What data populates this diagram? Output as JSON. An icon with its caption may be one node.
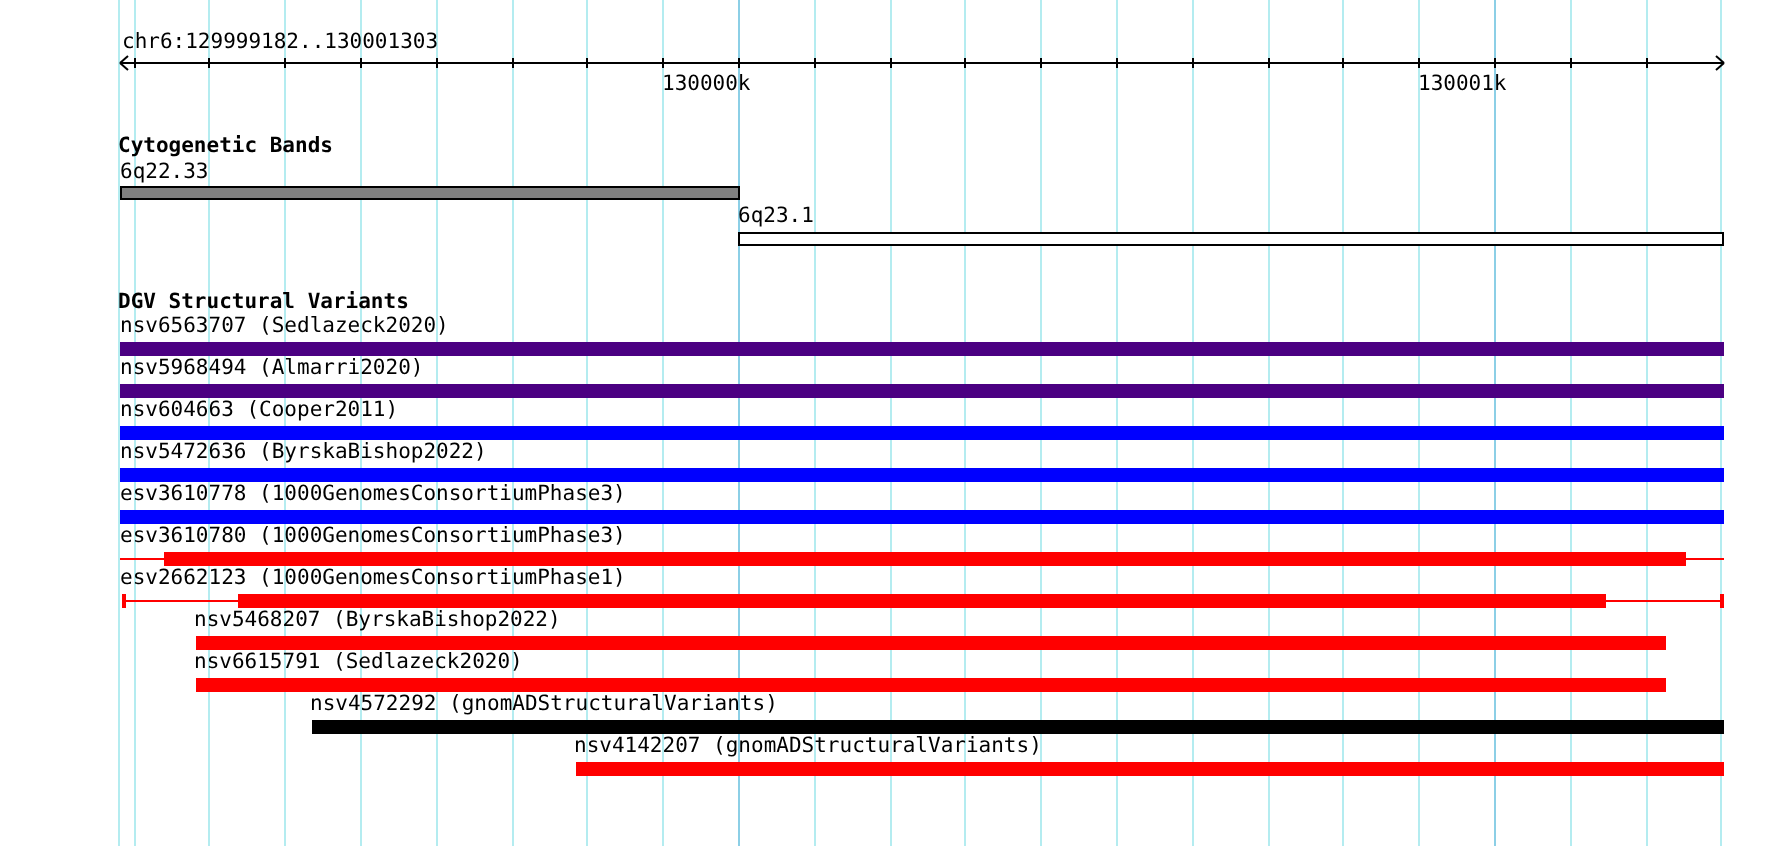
{
  "diagram": {
    "nodes": [
      {
        "text": [
          "6q22.33"
        ]
      },
      {
        "text": [
          "6q23.1"
        ]
      },
      {
        "text": [
          "nsv6563707 (Sedlazeck2020)"
        ]
      },
      {
        "text": [
          "nsv5968494 (Almarri2020)"
        ]
      },
      {
        "text": [
          "nsv604663 (Cooper2011)"
        ]
      },
      {
        "text": [
          "nsv5472636 (ByrskaBishop2022)"
        ]
      },
      {
        "text": [
          "esv3610778 (1000GenomesConsortiumPhase3)"
        ]
      },
      {
        "text": [
          "esv3610780 (1000GenomesConsortiumPhase3)"
        ]
      },
      {
        "text": [
          "esv2662123 (1000GenomesConsortiumPhase1)"
        ]
      },
      {
        "text": [
          "nsv5468207 (ByrskaBishop2022)"
        ]
      },
      {
        "text": [
          "nsv6615791 (Sedlazeck2020)"
        ]
      },
      {
        "text": [
          "nsv4572292 (gnomADStructuralVariants)"
        ]
      },
      {
        "text": [
          "nsv4142207 (gnomADStructuralVariants)"
        ]
      }
    ],
    "labels": [
      "chr6:129999182..130001303",
      "130000k",
      "130001k",
      "Cytogenetic Bands",
      "DGV Structural Variants"
    ]
  }
}
